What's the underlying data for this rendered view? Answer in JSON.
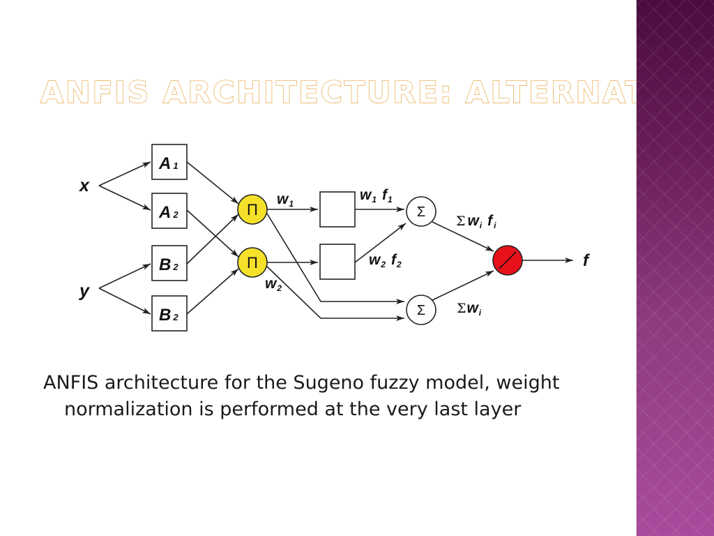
{
  "slide": {
    "title": "ANFIS ARCHITECTURE: ALTERNATE",
    "caption": "ANFIS architecture for the Sugeno fuzzy model, weight normalization is performed at the very last layer"
  },
  "diagram": {
    "inputs": {
      "x": "x",
      "y": "y"
    },
    "mf_nodes": [
      {
        "letter": "A",
        "sub": "1"
      },
      {
        "letter": "A",
        "sub": "2"
      },
      {
        "letter": "B",
        "sub": "2"
      },
      {
        "letter": "B",
        "sub": "2"
      }
    ],
    "product_symbol": "Π",
    "sum_symbol": "Σ",
    "divide_symbol": "/",
    "labels": {
      "w1": {
        "main": "w",
        "sub": "1"
      },
      "w2": {
        "main": "w",
        "sub": "2"
      },
      "w1f1": {
        "w": "w",
        "wsub": "1",
        "f": "f",
        "fsub": "1"
      },
      "w2f2": {
        "w": "w",
        "wsub": "2",
        "f": "f",
        "fsub": "2"
      },
      "sum_wf": {
        "sigma": "Σ",
        "w": "w",
        "wsub": "i",
        "f": "f",
        "fsub": "i"
      },
      "sum_w": {
        "sigma": "Σ",
        "w": "w",
        "wsub": "i"
      },
      "output": "f"
    },
    "colors": {
      "product_fill": "#f5e12a",
      "divide_fill": "#e8101a",
      "title_outline": "#e8a94c"
    }
  }
}
